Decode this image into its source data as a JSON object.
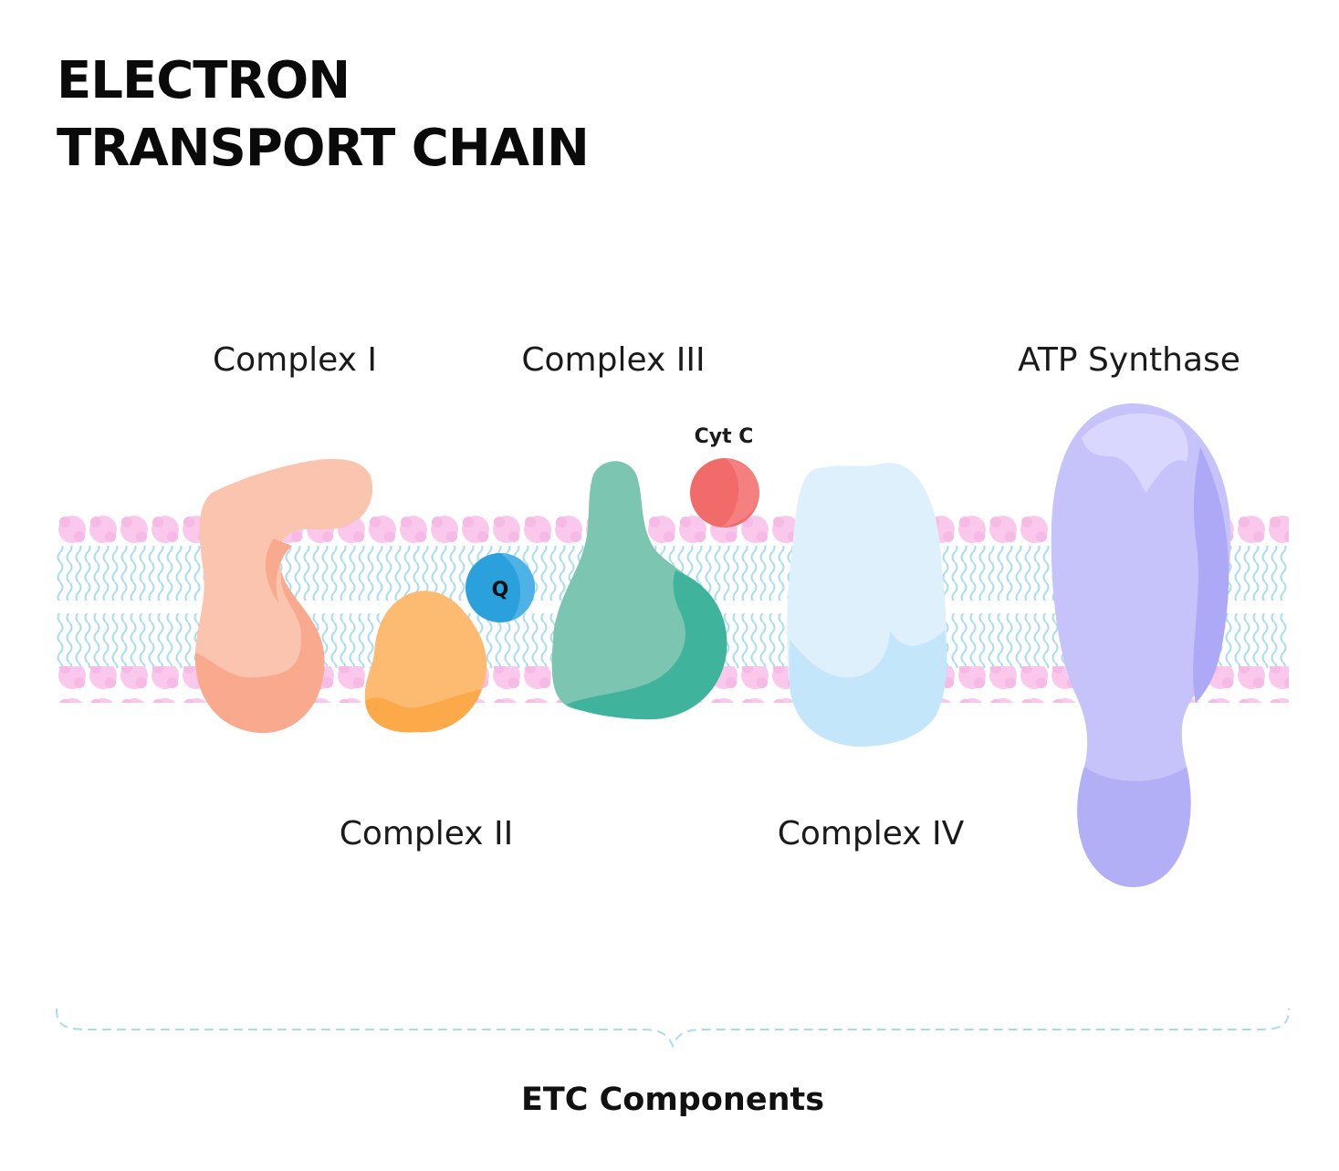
{
  "title": {
    "line1": "ELECTRON",
    "line2": "TRANSPORT CHAIN"
  },
  "labels": {
    "complex_1": "Complex I",
    "complex_2": "Complex II",
    "complex_3": "Complex III",
    "complex_4": "Complex IV",
    "atp_synthase": "ATP Synthase",
    "cyt_c": "Cyt C",
    "q": "Q"
  },
  "footer": "ETC Components",
  "colors": {
    "membrane_head": "#f9c8ec",
    "membrane_tail": "#a9dcf0",
    "complex_1": "#fbb49a",
    "complex_2": "#fdb563",
    "complex_3": "#5fc0a8",
    "complex_4": "#d6eefc",
    "atp_synthase": "#bcb8fa",
    "q": "#2aa0dc",
    "cyt_c": "#f26b6b"
  }
}
